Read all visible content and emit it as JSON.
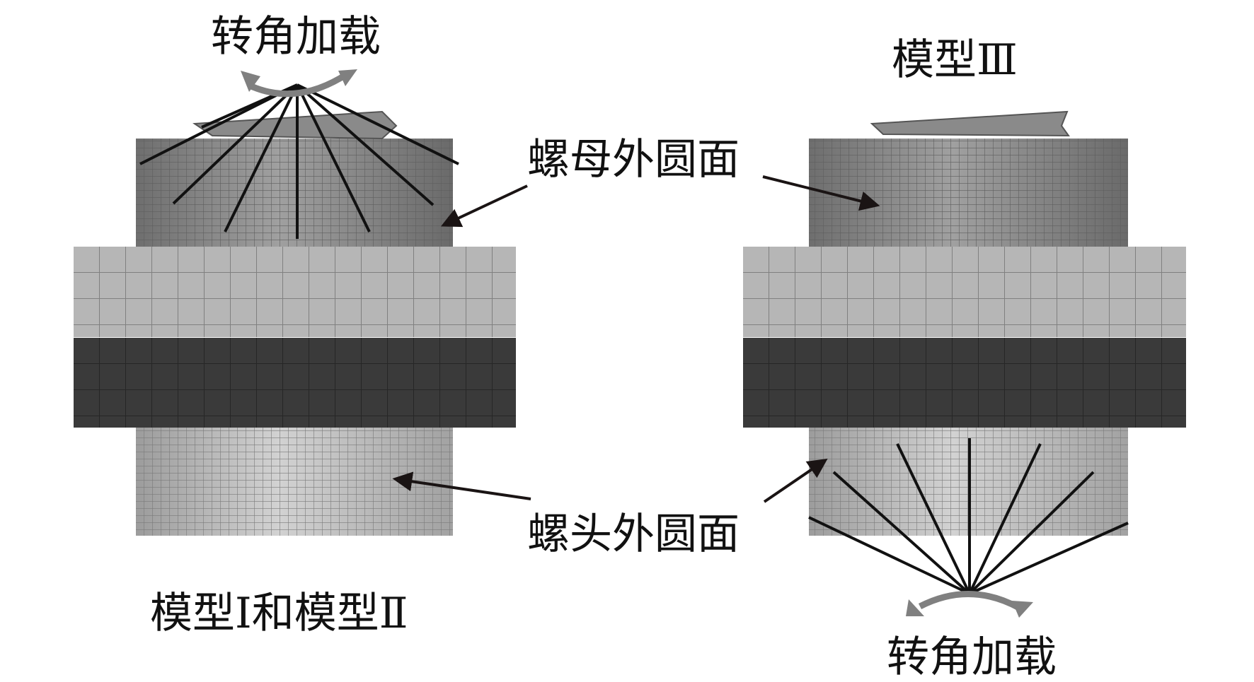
{
  "labels": {
    "rotation_load_top": "转角加载",
    "model_3": "模型Ⅲ",
    "nut_outer_surface": "螺母外圆面",
    "bolt_head_outer_surface": "螺头外圆面",
    "model_1_and_2": "模型Ⅰ和模型Ⅱ",
    "rotation_load_bottom": "转角加载"
  },
  "colors": {
    "plate_light": "#b4b4b4",
    "plate_dark": "#3a3a3a",
    "mesh_line_light": "#7a7a7a",
    "mesh_line_dark": "#222222",
    "cylinder_nut": "#8c8c8c",
    "cylinder_head": "#b0b0b0",
    "coupling_line": "#111111"
  },
  "icons": {
    "rotation_arrow": "curved-rotation-arrow-icon",
    "pointer_arrow": "pointer-arrow-icon"
  }
}
